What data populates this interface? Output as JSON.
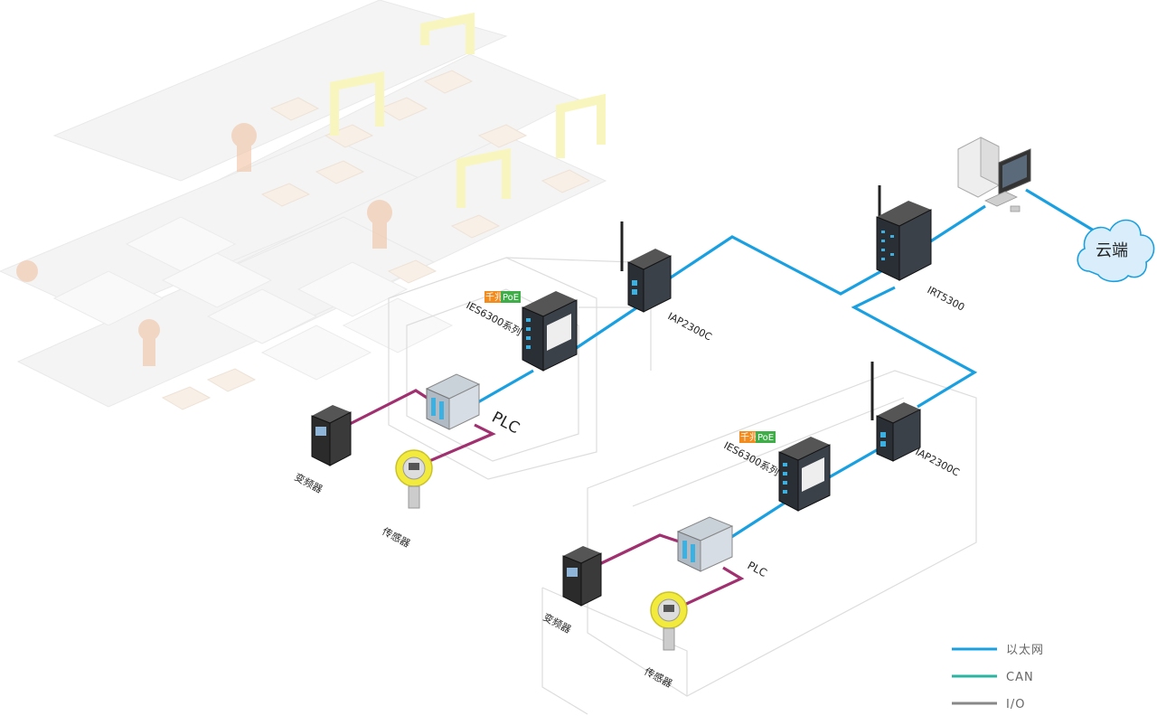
{
  "colors": {
    "ethernet": "#1aa0e0",
    "can": "#2bb5a0",
    "io_wire": "#a0306f",
    "io_legend": "#888888",
    "poe_orange": "#f28c1e",
    "poe_green": "#3fae49",
    "cloud_fill": "#d9eefa",
    "cloud_stroke": "#1aa0e0",
    "background_machinery": "#e6e6e6",
    "robot_orange": "#e8a070",
    "gantry_yellow": "#f3ef8a"
  },
  "cloud": {
    "icon": "cloud-icon",
    "label": "云端"
  },
  "top_line": {
    "plc_label": "PLC",
    "vfd_label": "变频器",
    "sensor_label": "传感器",
    "switch_label": "IES6300系列",
    "switch_badge_a": "千兆",
    "switch_badge_b": "PoE",
    "gateway_label": "IAP2300C"
  },
  "router": {
    "label": "IRT5300"
  },
  "bottom_line": {
    "plc_label": "PLC",
    "vfd_label": "变频器",
    "sensor_label": "传感器",
    "switch_label": "IES6300系列",
    "switch_badge_a": "千兆",
    "switch_badge_b": "PoE",
    "gateway_label": "IAP2300C"
  },
  "workstation": {
    "icon": "computer-icon"
  },
  "legend": [
    {
      "label": "以太网",
      "color": "#1aa0e0"
    },
    {
      "label": "CAN",
      "color": "#2bb5a0"
    },
    {
      "label": "I/O",
      "color": "#888888"
    }
  ]
}
